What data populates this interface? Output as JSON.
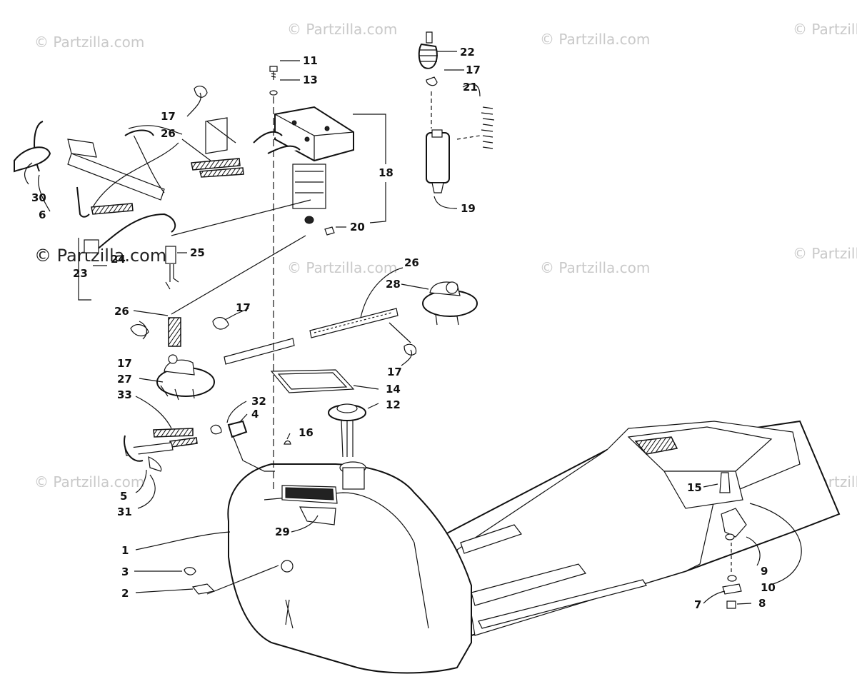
{
  "watermark_text": "© Partzilla.com",
  "callouts": {
    "c1": "1",
    "c2": "2",
    "c3": "3",
    "c4": "4",
    "c5": "5",
    "c6": "6",
    "c7": "7",
    "c8": "8",
    "c9": "9",
    "c10": "10",
    "c11": "11",
    "c12": "12",
    "c13": "13",
    "c14": "14",
    "c15": "15",
    "c16": "16",
    "c17": "17",
    "c18": "18",
    "c19": "19",
    "c20": "20",
    "c21": "21",
    "c22": "22",
    "c23": "23",
    "c24": "24",
    "c25": "25",
    "c26": "26",
    "c27": "27",
    "c28": "28",
    "c29": "29",
    "c30": "30",
    "c31": "31",
    "c32": "32",
    "c33": "33"
  }
}
